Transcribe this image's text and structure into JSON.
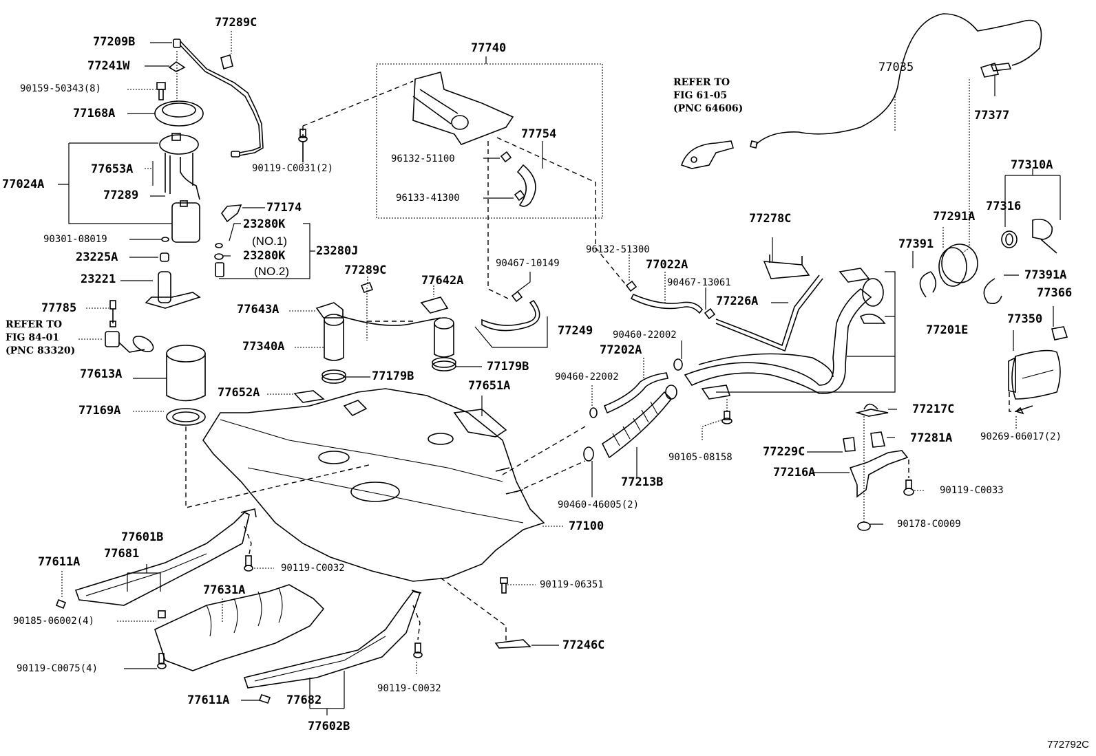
{
  "diagram": {
    "figure_id": "772792C",
    "domain_subject": "Fuel tank & tube parts diagram",
    "labels": {
      "p77289C_top": "77289C",
      "p77209B": "77209B",
      "p77241W": "77241W",
      "p90159": "90159-50343(8)",
      "p77168A": "77168A",
      "p77024A": "77024A",
      "p77653A": "77653A",
      "p77289": "77289",
      "p90301": "90301-08019",
      "p23225A": "23225A",
      "p23221": "23221",
      "p77785": "77785",
      "p77613A": "77613A",
      "p77169A": "77169A",
      "p77174": "77174",
      "p23280K_1": "23280K",
      "p23280K_1_sub": "(NO.1)",
      "p23280K_2": "23280K",
      "p23280K_2_sub": "(NO.2)",
      "p23280J": "23280J",
      "p90119_C0031": "90119-C0031(2)",
      "p77740": "77740",
      "p77754": "77754",
      "p96132_51100": "96132-51100",
      "p96133_41300": "96133-41300",
      "p77289C_mid": "77289C",
      "p77642A": "77642A",
      "p77643A": "77643A",
      "p77340A": "77340A",
      "p77179B_left": "77179B",
      "p77179B_right": "77179B",
      "p77652A": "77652A",
      "p77651A": "77651A",
      "p90467_10149": "90467-10149",
      "p77249": "77249",
      "p96132_51300": "96132-51300",
      "p77022A": "77022A",
      "p90467_13061": "90467-13061",
      "p77226A": "77226A",
      "p90460_22002_a": "90460-22002",
      "p90460_22002_b": "90460-22002",
      "p77202A": "77202A",
      "p77213B": "77213B",
      "p90105_08158": "90105-08158",
      "p90460_46005": "90460-46005(2)",
      "p77100": "77100",
      "p77035": "77035",
      "p77377": "77377",
      "p77278C": "77278C",
      "p77310A": "77310A",
      "p77316": "77316",
      "p77291A": "77291A",
      "p77391": "77391",
      "p77391A": "77391A",
      "p77366": "77366",
      "p77350": "77350",
      "p77201E": "77201E",
      "p77217C": "77217C",
      "p77281A": "77281A",
      "p77229C": "77229C",
      "p77216A": "77216A",
      "p90119_C0033": "90119-C0033",
      "p90178_C0009": "90178-C0009",
      "p90269_06017": "90269-06017(2)",
      "p77601B": "77601B",
      "p77681": "77681",
      "p77611A_top": "77611A",
      "p90119_C0032_a": "90119-C0032",
      "p77631A": "77631A",
      "p90185_06002": "90185-06002(4)",
      "p90119_C0075": "90119-C0075(4)",
      "p77611A_bottom": "77611A",
      "p77682": "77682",
      "p77602B": "77602B",
      "p90119_C0032_b": "90119-C0032",
      "p90119_06351": "90119-06351",
      "p77246C": "77246C"
    },
    "notes": {
      "refer_84": "REFER TO\nFIG 84-01\n(PNC 83320)",
      "refer_61": "REFER TO\nFIG 61-05\n(PNC 64606)"
    }
  }
}
